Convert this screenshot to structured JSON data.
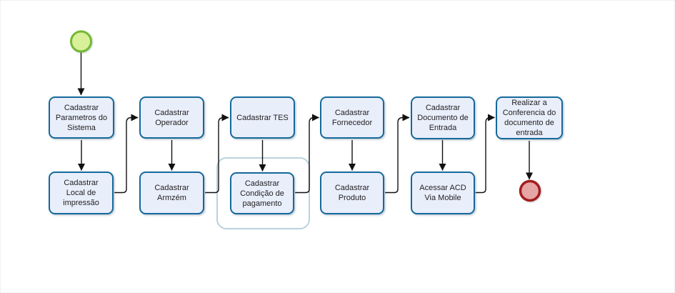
{
  "process": {
    "start_event": {
      "type": "start",
      "fill": "#d9f09a",
      "stroke": "#74b832"
    },
    "end_event": {
      "type": "end",
      "fill": "#e7a6a6",
      "stroke": "#a51d1d"
    },
    "tasks": {
      "row1": [
        {
          "label": "Cadastrar\nParametros do\nSistema"
        },
        {
          "label": "Cadastrar\nOperador"
        },
        {
          "label": "Cadastrar TES"
        },
        {
          "label": "Cadastrar\nFornecedor"
        },
        {
          "label": "Cadastrar\nDocumento de\nEntrada"
        },
        {
          "label": "Realizar a\nConferencia do\ndocumento de\nentrada"
        }
      ],
      "row2": [
        {
          "label": "Cadastrar\nLocal de\nimpressão"
        },
        {
          "label": "Cadastrar\nArmzém"
        },
        {
          "label": "Cadastrar\nCondição de\npagamento"
        },
        {
          "label": "Cadastrar\nProduto"
        },
        {
          "label": "Acessar ACD\nVia Mobile"
        }
      ]
    },
    "task_style": {
      "fill": "#e9eefb",
      "stroke": "#15699b",
      "text_color": "#1f1f1f"
    },
    "group_style": {
      "stroke": "#b9d3dc"
    },
    "connector_color": "#111111"
  }
}
